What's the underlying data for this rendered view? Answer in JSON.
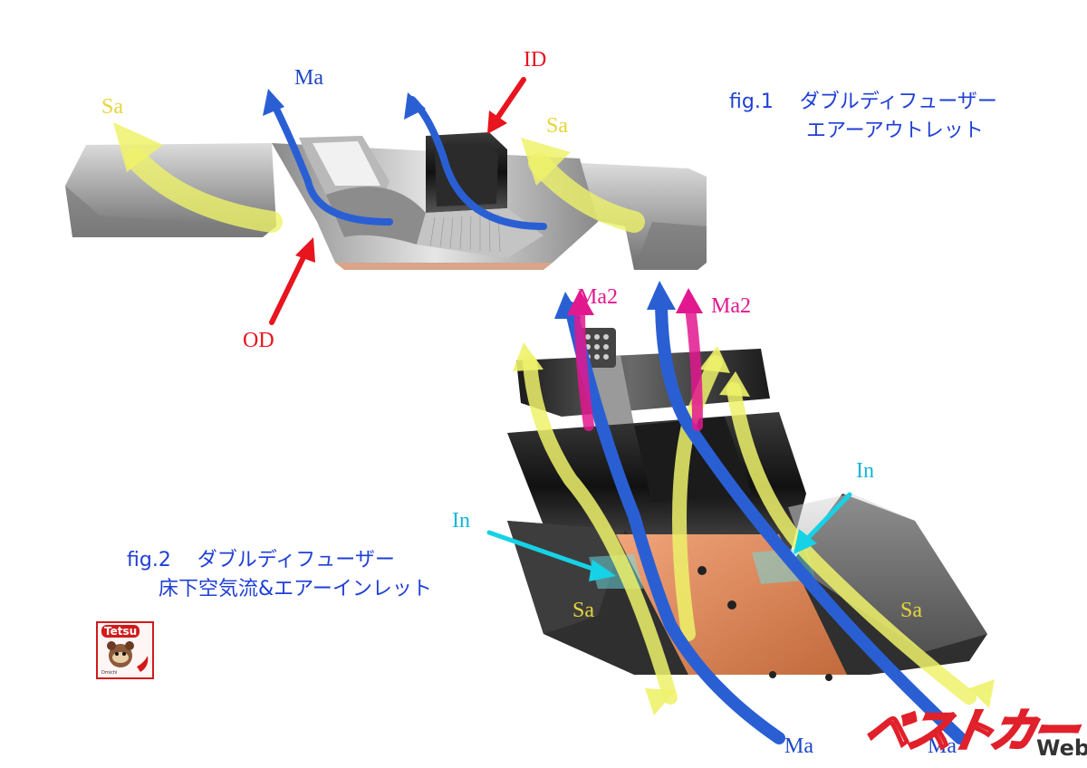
{
  "fig1": {
    "caption_line1": "fig.1　 ダブルディフューザー",
    "caption_line2": "エアーアウトレット",
    "labels": {
      "ma": "Ma",
      "id": "ID",
      "sa_left": "Sa",
      "sa_right": "Sa",
      "od": "OD"
    }
  },
  "fig2": {
    "caption_line1": "fig.2　 ダブルディフューザー",
    "caption_line2": "床下空気流&エアーインレット",
    "labels": {
      "ma2_left": "Ma2",
      "ma2_right": "Ma2",
      "in_left": "In",
      "in_right": "In",
      "sa_left": "Sa",
      "sa_right": "Sa",
      "ma_left": "Ma",
      "ma_right": "Ma"
    }
  },
  "flow_colors": {
    "main_air": "#2a5fd4",
    "side_air": "#eef26a",
    "inner_duct": "#e8141e",
    "ma2": "#e2188f",
    "inlet": "#16d2e6"
  },
  "logo": {
    "name": "Tetsu",
    "sub": "Dmichi"
  },
  "brand": {
    "name": "ベストカー",
    "suffix": "Web"
  }
}
